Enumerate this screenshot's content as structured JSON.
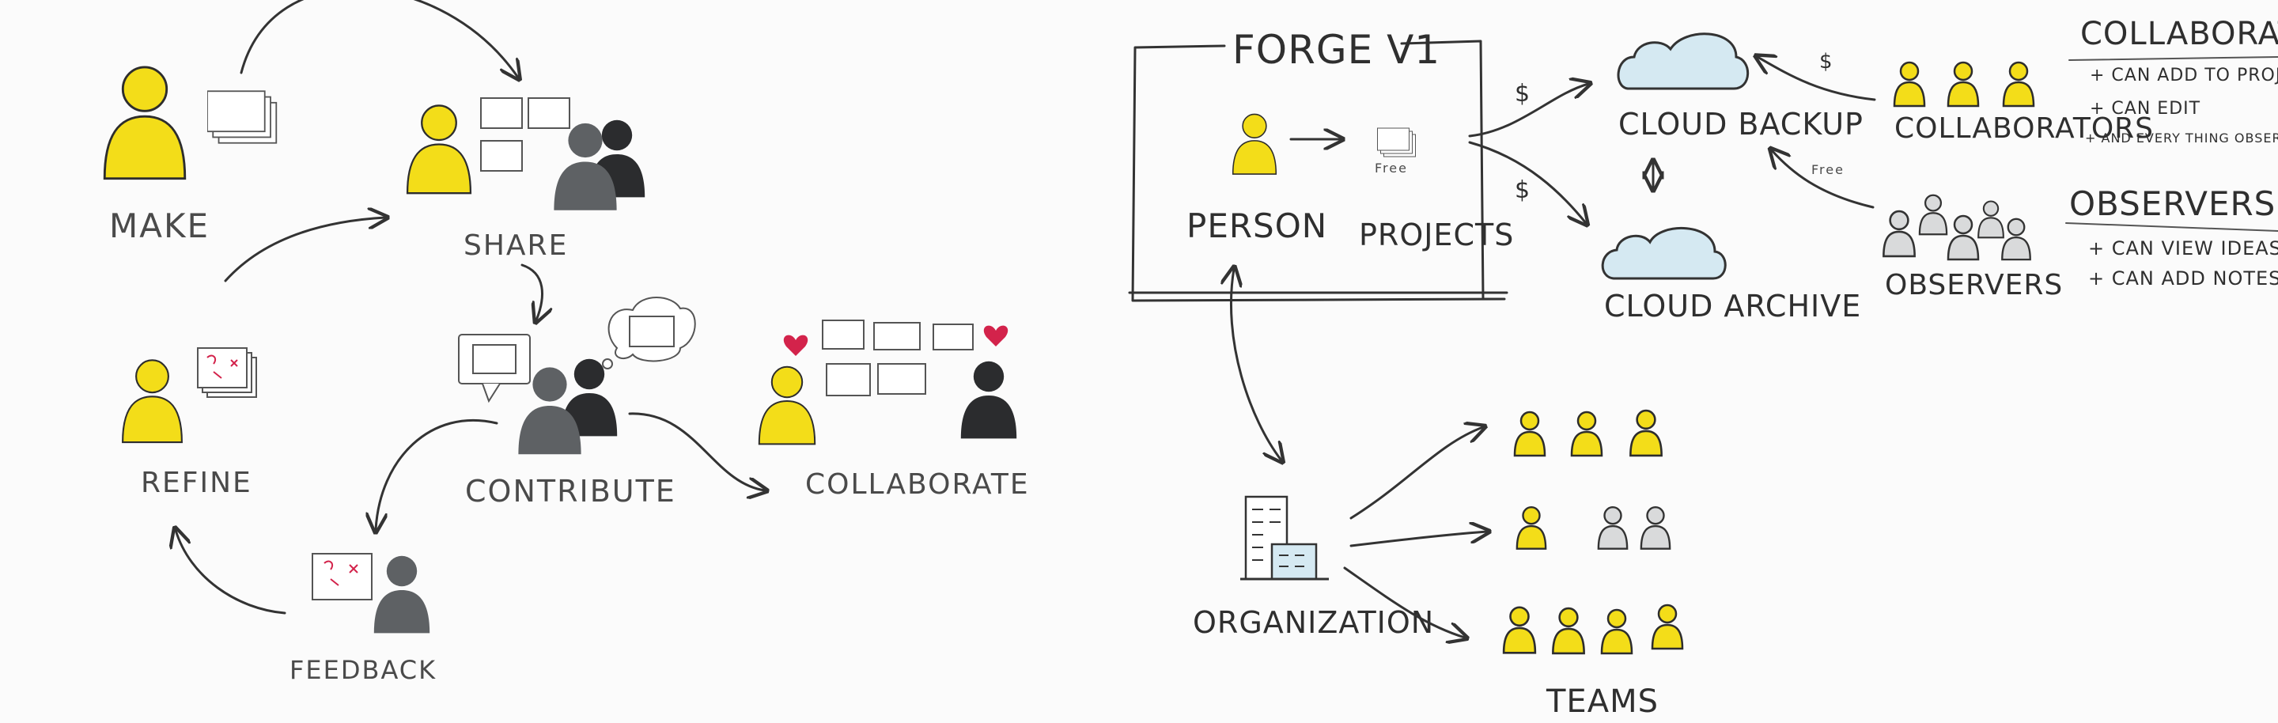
{
  "left_flow": {
    "make": "MAKE",
    "share": "SHARE",
    "refine": "REFINE",
    "contribute": "CONTRIBUTE",
    "feedback": "FEEDBACK",
    "collaborate": "COLLABORATE"
  },
  "forge": {
    "title": "FORGE V1",
    "person": "PERSON",
    "projects": "PROJECTS",
    "free_small": "Free",
    "organization": "ORGANIZATION",
    "teams": "TEAMS"
  },
  "cloud": {
    "backup": "CLOUD BACKUP",
    "archive": "CLOUD ARCHIVE",
    "dollar_1": "$",
    "dollar_2": "$",
    "dollar_3": "$",
    "free": "Free"
  },
  "roles": {
    "collaborators_label": "COLLABORATORS",
    "observers_label": "OBSERVERS",
    "collaborators_title": "COLLABORATERS",
    "collaborators_notes": [
      "+ CAN ADD TO PROJECTS",
      "+ CAN EDIT",
      "+ AND EVERY THING OBSERVERS CAN DO"
    ],
    "observers_title": "OBSERVERS",
    "observers_notes": [
      "+ CAN VIEW IDEAS",
      "+ CAN ADD NOTES"
    ]
  },
  "colors": {
    "yellow_person": "#f3dd19",
    "grey_person": "#5e6164",
    "dark_person": "#2b2c2e",
    "cloud_fill": "#d5e9f2",
    "heart": "#d3234b"
  }
}
